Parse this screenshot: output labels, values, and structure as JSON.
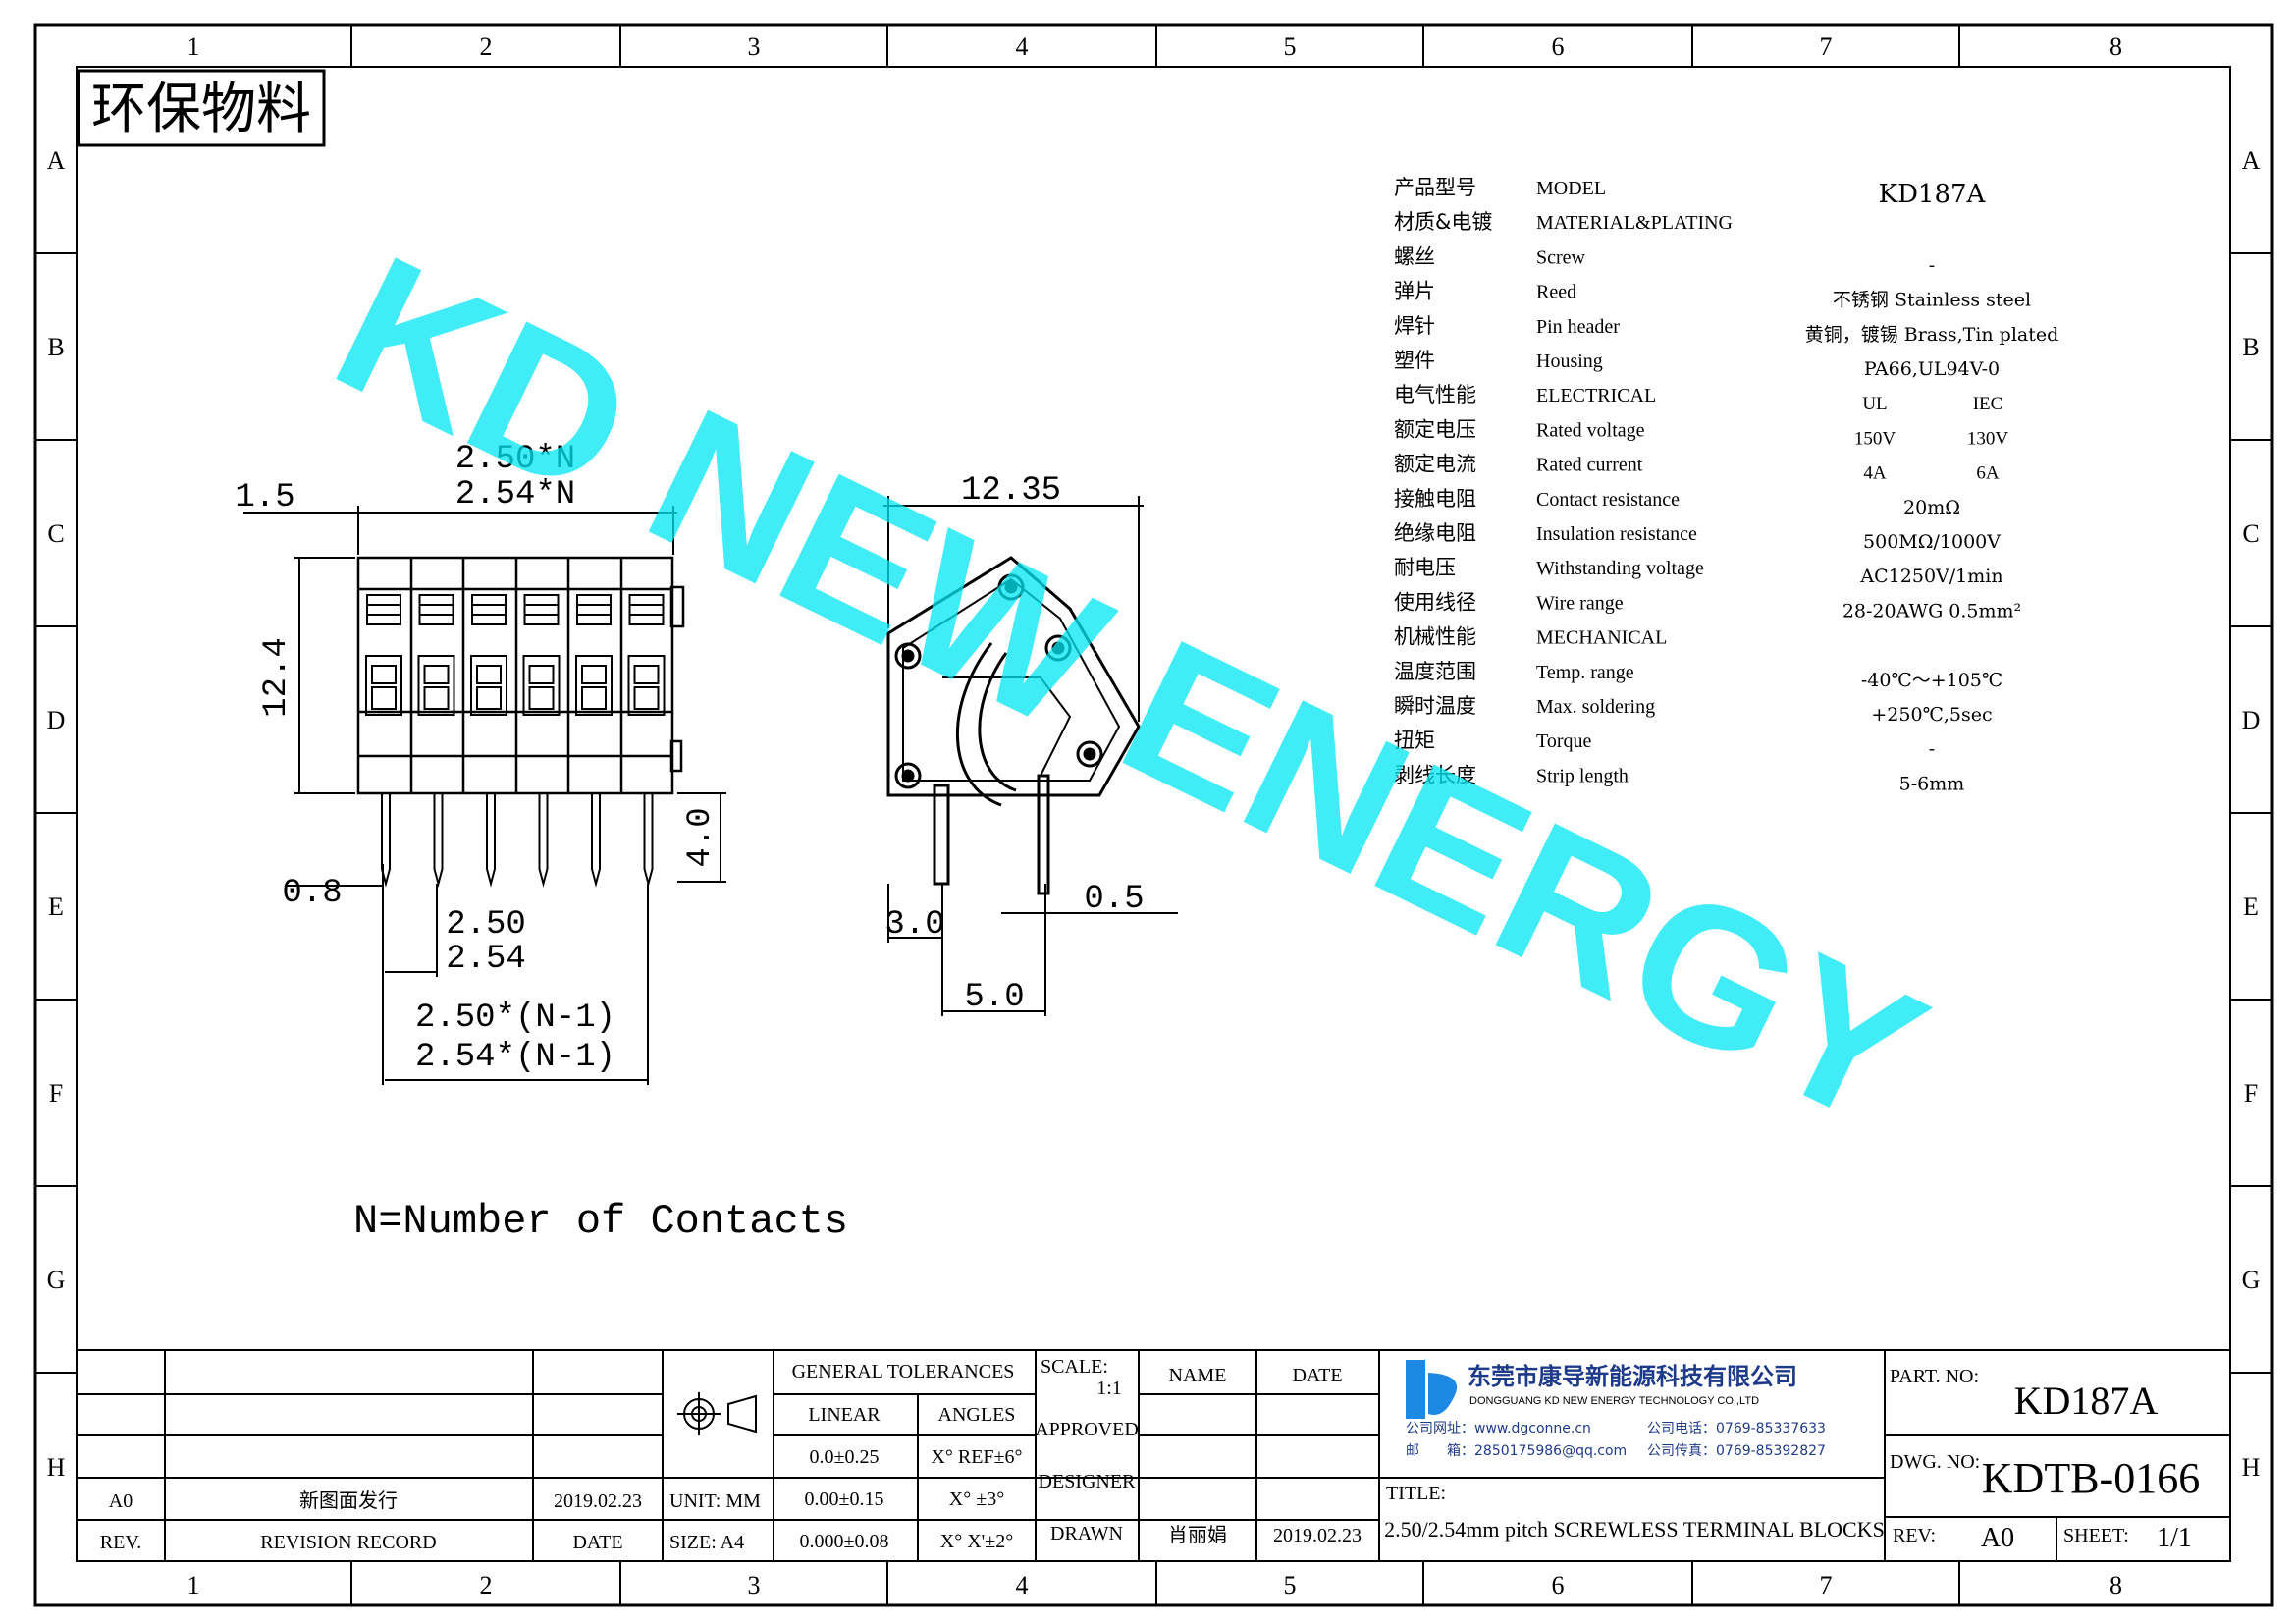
{
  "border": {
    "columns": [
      "1",
      "2",
      "3",
      "4",
      "5",
      "6",
      "7",
      "8"
    ],
    "rows": [
      "A",
      "B",
      "C",
      "D",
      "E",
      "F",
      "G",
      "H"
    ]
  },
  "eco_label": "环保物料",
  "watermark": "KD NEW ENERGY",
  "specs": [
    {
      "cn": "产品型号",
      "en": "MODEL",
      "v1": "KD187A",
      "v2": ""
    },
    {
      "cn": "材质&电镀",
      "en": "MATERIAL&PLATING",
      "v1": "",
      "v2": ""
    },
    {
      "cn": "螺丝",
      "en": "Screw",
      "v1": "-",
      "v2": ""
    },
    {
      "cn": "弹片",
      "en": "Reed",
      "v1": "不锈钢 Stainless steel",
      "v2": ""
    },
    {
      "cn": "焊针",
      "en": "Pin header",
      "v1": "黄铜，镀锡 Brass,Tin plated",
      "v2": ""
    },
    {
      "cn": "塑件",
      "en": "Housing",
      "v1": "PA66,UL94V-0",
      "v2": ""
    },
    {
      "cn": "电气性能",
      "en": "ELECTRICAL",
      "v1": "UL",
      "v2": "IEC"
    },
    {
      "cn": "额定电压",
      "en": "Rated voltage",
      "v1": "150V",
      "v2": "130V"
    },
    {
      "cn": "额定电流",
      "en": "Rated current",
      "v1": "4A",
      "v2": "6A"
    },
    {
      "cn": "接触电阻",
      "en": "Contact resistance",
      "v1": "20mΩ",
      "v2": ""
    },
    {
      "cn": "绝缘电阻",
      "en": "Insulation resistance",
      "v1": "500MΩ/1000V",
      "v2": ""
    },
    {
      "cn": "耐电压",
      "en": "Withstanding voltage",
      "v1": "AC1250V/1min",
      "v2": ""
    },
    {
      "cn": "使用线径",
      "en": "Wire range",
      "v1": "28-20AWG 0.5mm²",
      "v2": ""
    },
    {
      "cn": "机械性能",
      "en": "MECHANICAL",
      "v1": "",
      "v2": ""
    },
    {
      "cn": "温度范围",
      "en": "Temp. range",
      "v1": "-40℃～+105℃",
      "v2": ""
    },
    {
      "cn": "瞬时温度",
      "en": "Max. soldering",
      "v1": "+250℃,5sec",
      "v2": ""
    },
    {
      "cn": "扭矩",
      "en": "Torque",
      "v1": "-",
      "v2": ""
    },
    {
      "cn": "剥线长度",
      "en": "Strip length",
      "v1": "5-6mm",
      "v2": ""
    }
  ],
  "dims": {
    "d1_5": "1.5",
    "w250n": "2.50*N",
    "w254n": "2.54*N",
    "h12_4": "12.4",
    "h4_0": "4.0",
    "d0_8": "0.8",
    "p250": "2.50",
    "p254": "2.54",
    "p250n1": "2.50*(N-1)",
    "p254n1": "2.54*(N-1)",
    "s12_35": "12.35",
    "s3_0": "3.0",
    "s0_5": "0.5",
    "s5_0": "5.0"
  },
  "note": "N=Number of Contacts",
  "title_block": {
    "rev_code": "A0",
    "rev_desc": "新图面发行",
    "rev_date": "2019.02.23",
    "rev_hdr": "REV.",
    "rev_record_hdr": "REVISION RECORD",
    "date_hdr": "DATE",
    "unit": "UNIT: MM",
    "size": "SIZE: A4",
    "gen_tol": "GENERAL TOLERANCES",
    "linear": "LINEAR",
    "angles": "ANGLES",
    "lin1": "0.0±0.25",
    "lin2": "0.00±0.15",
    "lin3": "0.000±0.08",
    "ang1": "X° REF±6°",
    "ang2": "X° ±3°",
    "ang3": "X° X'±2°",
    "scale_lbl": "SCALE:",
    "scale_val": "1:1",
    "approved": "APPROVED",
    "designer": "DESIGNER",
    "drawn": "DRAWN",
    "name_hdr": "NAME",
    "date_hdr2": "DATE",
    "drawn_name": "肖丽娟",
    "drawn_date": "2019.02.23",
    "company_cn": "东莞市康导新能源科技有限公司",
    "company_en": "DONGGUANG KD NEW ENERGY TECHNOLOGY CO.,LTD",
    "web": "公司网址：www.dgconne.cn",
    "phone": "公司电话：0769-85337633",
    "email": "邮　　箱：2850175986@qq.com",
    "fax": "公司传真：0769-85392827",
    "title_lbl": "TITLE:",
    "title": "2.50/2.54mm pitch SCREWLESS TERMINAL BLOCKS",
    "partno_lbl": "PART. NO:",
    "partno": "KD187A",
    "dwgno_lbl": "DWG. NO:",
    "dwgno": "KDTB-0166",
    "rev_lbl": "REV:",
    "rev_val": "A0",
    "sheet_lbl": "SHEET:",
    "sheet_val": "1/1"
  },
  "colors": {
    "watermark": "#00e5f2",
    "logo": "#1e88e5"
  }
}
